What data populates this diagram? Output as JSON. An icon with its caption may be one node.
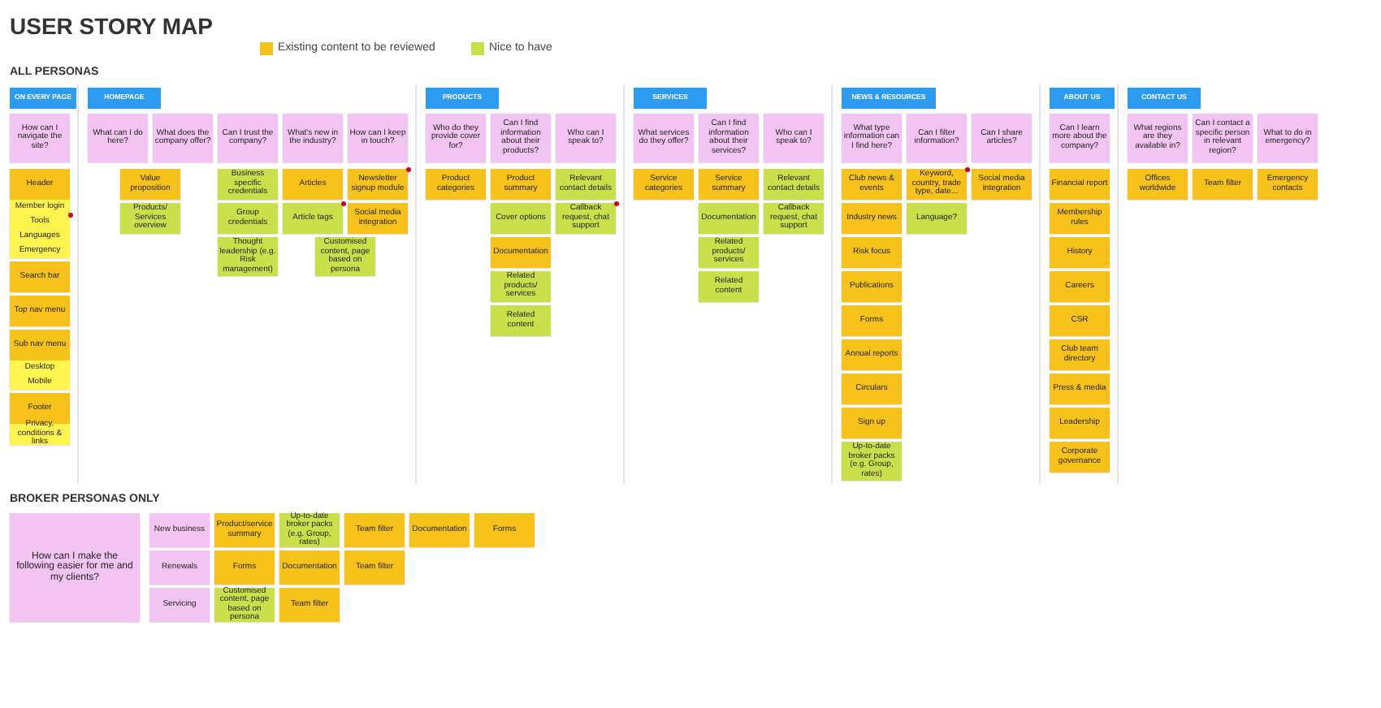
{
  "diagram": {
    "title": "USER STORY MAP",
    "nodes": [
      {
        "text": [
          "ON EVERY PAGE"
        ]
      },
      {
        "text": [
          "How can I navigate the site?"
        ]
      },
      {
        "text": [
          "Header"
        ]
      },
      {
        "text": [
          "Member login"
        ]
      },
      {
        "text": [
          "Tools"
        ]
      },
      {
        "text": [
          "Languages"
        ]
      },
      {
        "text": [
          "Emergency"
        ]
      },
      {
        "text": [
          "Search bar"
        ]
      },
      {
        "text": [
          "Top nav menu"
        ]
      },
      {
        "text": [
          "Sub nav menu"
        ]
      },
      {
        "text": [
          "Desktop"
        ]
      },
      {
        "text": [
          "Mobile"
        ]
      },
      {
        "text": [
          "Footer"
        ]
      },
      {
        "text": [
          "Privacy, conditions & links"
        ]
      },
      {
        "text": [
          "HOMEPAGE"
        ]
      },
      {
        "text": [
          "What can I do here?"
        ]
      },
      {
        "text": [
          "What does the company offer?"
        ]
      },
      {
        "text": [
          "Can I trust the company?"
        ]
      },
      {
        "text": [
          "What's new in the industry?"
        ]
      },
      {
        "text": [
          "How can I keep in touch?"
        ]
      },
      {
        "text": [
          "Value proposition"
        ]
      },
      {
        "text": [
          "Products/Services overview"
        ]
      },
      {
        "text": [
          "Business specific credentials"
        ]
      },
      {
        "text": [
          "Group credentials"
        ]
      },
      {
        "text": [
          "Thought leadership (e.g. Risk management)"
        ]
      },
      {
        "text": [
          "Articles"
        ]
      },
      {
        "text": [
          "Article tags"
        ]
      },
      {
        "text": [
          "Newsletter signup module"
        ]
      },
      {
        "text": [
          "Social media integration"
        ]
      },
      {
        "text": [
          "Customised content, page based on persona"
        ]
      },
      {
        "text": [
          "PRODUCTS"
        ]
      },
      {
        "text": [
          "Who do they provide cover for?"
        ]
      },
      {
        "text": [
          "Can I find information about their products?"
        ]
      },
      {
        "text": [
          "Who can I speak to?"
        ]
      },
      {
        "text": [
          "Product categories"
        ]
      },
      {
        "text": [
          "Product summary"
        ]
      },
      {
        "text": [
          "Cover options"
        ]
      },
      {
        "text": [
          "Documentation"
        ]
      },
      {
        "text": [
          "Related products/services"
        ]
      },
      {
        "text": [
          "Related content"
        ]
      },
      {
        "text": [
          "Relevant contact details"
        ]
      },
      {
        "text": [
          "Callback request, chat support"
        ]
      },
      {
        "text": [
          "SERVICES"
        ]
      },
      {
        "text": [
          "What services do they offer?"
        ]
      },
      {
        "text": [
          "Can I find information about their services?"
        ]
      },
      {
        "text": [
          "Who can I speak to?"
        ]
      },
      {
        "text": [
          "Service categories"
        ]
      },
      {
        "text": [
          "Service summary"
        ]
      },
      {
        "text": [
          "Documentation"
        ]
      },
      {
        "text": [
          "Related products/services"
        ]
      },
      {
        "text": [
          "Related content"
        ]
      },
      {
        "text": [
          "Relevant contact details"
        ]
      },
      {
        "text": [
          "Callback request, chat support"
        ]
      },
      {
        "text": [
          "NEWS & RESOURCES"
        ]
      },
      {
        "text": [
          "What type information can I find here?"
        ]
      },
      {
        "text": [
          "Can I filter information?"
        ]
      },
      {
        "text": [
          "Can I share articles?"
        ]
      },
      {
        "text": [
          "Club news & events"
        ]
      },
      {
        "text": [
          "Industry news"
        ]
      },
      {
        "text": [
          "Risk focus"
        ]
      },
      {
        "text": [
          "Publications"
        ]
      },
      {
        "text": [
          "Forms"
        ]
      },
      {
        "text": [
          "Annual reports"
        ]
      },
      {
        "text": [
          "Circulars"
        ]
      },
      {
        "text": [
          "Sign up"
        ]
      },
      {
        "text": [
          "Up-to-date broker packs (e.g. Group, rates)"
        ]
      },
      {
        "text": [
          "Keyword, country, trade type, date..."
        ]
      },
      {
        "text": [
          "Language?"
        ]
      },
      {
        "text": [
          "Social media integration"
        ]
      },
      {
        "text": [
          "ABOUT US"
        ]
      },
      {
        "text": [
          "Can I learn more about the company?"
        ]
      },
      {
        "text": [
          "Financial report"
        ]
      },
      {
        "text": [
          "Membership rules"
        ]
      },
      {
        "text": [
          "History"
        ]
      },
      {
        "text": [
          "Careers"
        ]
      },
      {
        "text": [
          "CSR"
        ]
      },
      {
        "text": [
          "Club team directory"
        ]
      },
      {
        "text": [
          "Press & media"
        ]
      },
      {
        "text": [
          "Leadership"
        ]
      },
      {
        "text": [
          "Corporate governance"
        ]
      },
      {
        "text": [
          "CONTACT US"
        ]
      },
      {
        "text": [
          "What regions are they available in?"
        ]
      },
      {
        "text": [
          "Can I contact a specific person in relevant region?"
        ]
      },
      {
        "text": [
          "What to do in emergency?"
        ]
      },
      {
        "text": [
          "Offices worldwide"
        ]
      },
      {
        "text": [
          "Team filter"
        ]
      },
      {
        "text": [
          "Emergency contacts"
        ]
      },
      {
        "text": [
          "How can I make the following easier for me and my clients?"
        ]
      },
      {
        "text": [
          "New business"
        ]
      },
      {
        "text": [
          "Product/service summary"
        ]
      },
      {
        "text": [
          "Up-to-date broker packs (e.g. Group, rates)"
        ]
      },
      {
        "text": [
          "Team filter"
        ]
      },
      {
        "text": [
          "Documentation"
        ]
      },
      {
        "text": [
          "Forms"
        ]
      },
      {
        "text": [
          "Renewals"
        ]
      },
      {
        "text": [
          "Forms"
        ]
      },
      {
        "text": [
          "Documentation"
        ]
      },
      {
        "text": [
          "Team filter"
        ]
      },
      {
        "text": [
          "Servicing"
        ]
      },
      {
        "text": [
          "Customised content, page based on persona"
        ]
      },
      {
        "text": [
          "Team filter"
        ]
      }
    ],
    "labels": [
      "ALL PERSONAS",
      "BROKER PERSONAS ONLY"
    ],
    "legend": [
      {
        "text": "Existing content to be reviewed",
        "color": "#f7c21a"
      },
      {
        "text": "Nice to have",
        "color": "#c9e04b"
      }
    ]
  }
}
